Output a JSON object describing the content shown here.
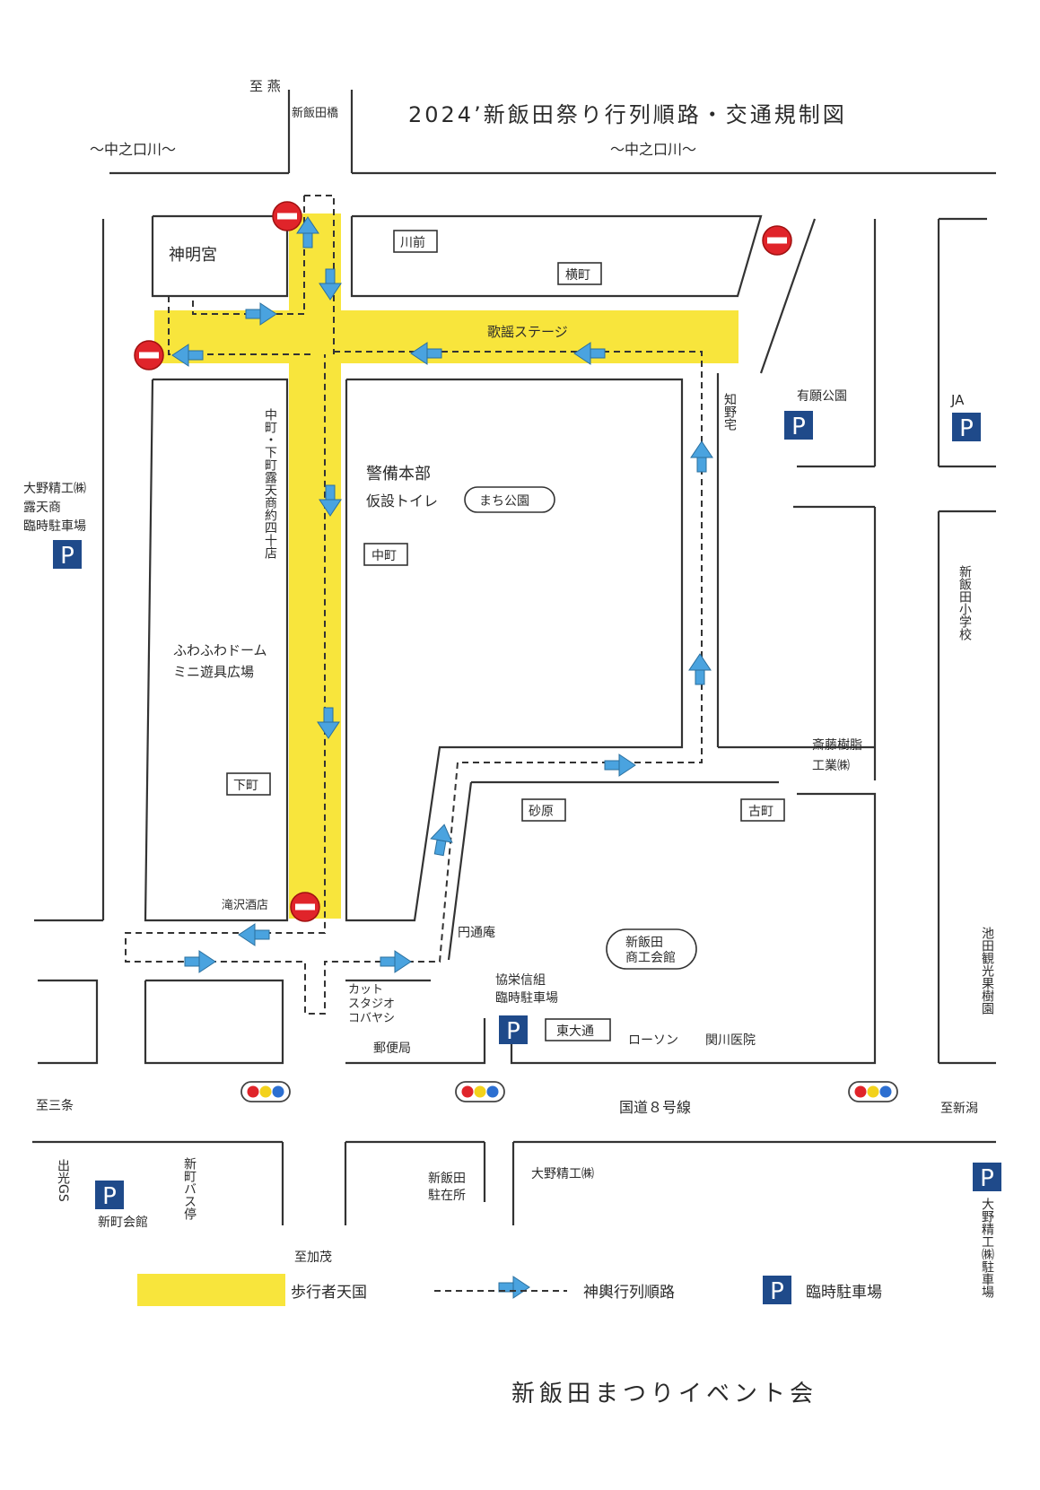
{
  "title": "2024’新飯田祭り行列順路・交通規制図",
  "organizer": "新飯田まつりイベント会",
  "rivers": {
    "left": "〜中之口川〜",
    "right": "〜中之口川〜"
  },
  "directions": {
    "north": "至 燕",
    "west": "至三条",
    "east": "至新潟",
    "south": "至加茂"
  },
  "bridge": "新飯田橋",
  "route_road": "国道８号線",
  "places": {
    "shinmeigu": "神明宮",
    "kawamae": "川前",
    "yokomachi": "横町",
    "stage": "歌謡ステージ",
    "chinoya": "知野宅",
    "uganpark": "有願公園",
    "ja": "JA",
    "hq": "警備本部",
    "toilet": "仮設トイレ",
    "machipark": "まち公園",
    "nakamachi": "中町",
    "stalls": "中町・下町露天商約四十店",
    "dome1": "ふわふわドーム",
    "dome2": "ミニ遊具広場",
    "shimomachi": "下町",
    "takizawa": "滝沢酒店",
    "sunahara": "砂原",
    "furumachi": "古町",
    "saito1": "斎藤樹脂",
    "saito2": "工業㈱",
    "school": "新飯田小学校",
    "ono_west1": "大野精工㈱",
    "ono_west2": "露天商",
    "ono_west3": "臨時駐車場",
    "entsuan": "円通庵",
    "chamber1": "新飯田",
    "chamber2": "商工会館",
    "kyoei1": "協栄信組",
    "kyoei2": "臨時駐車場",
    "higashi": "東大通",
    "lawson": "ローソン",
    "sekikawa": "関川医院",
    "cut1": "カット",
    "cut2": "スタジオ",
    "cut3": "コバヤシ",
    "post": "郵便局",
    "orchard": "池田観光果樹園",
    "gs": "出光GS",
    "shinmachi_hall": "新町会館",
    "bus": "新町バス停",
    "police1": "新飯田",
    "police2": "駐在所",
    "ono_south": "大野精工㈱",
    "ono_east": "大野精工㈱駐車場"
  },
  "legend": {
    "pedestrian": "歩行者天国",
    "procession": "神輿行列順路",
    "parking": "臨時駐車場"
  },
  "parking_symbol": "P",
  "colors": {
    "pedestrian_zone": "#f8e53c",
    "arrow": "#4aa3df",
    "no_entry": "#e0242a",
    "parking": "#1f4a8a"
  }
}
